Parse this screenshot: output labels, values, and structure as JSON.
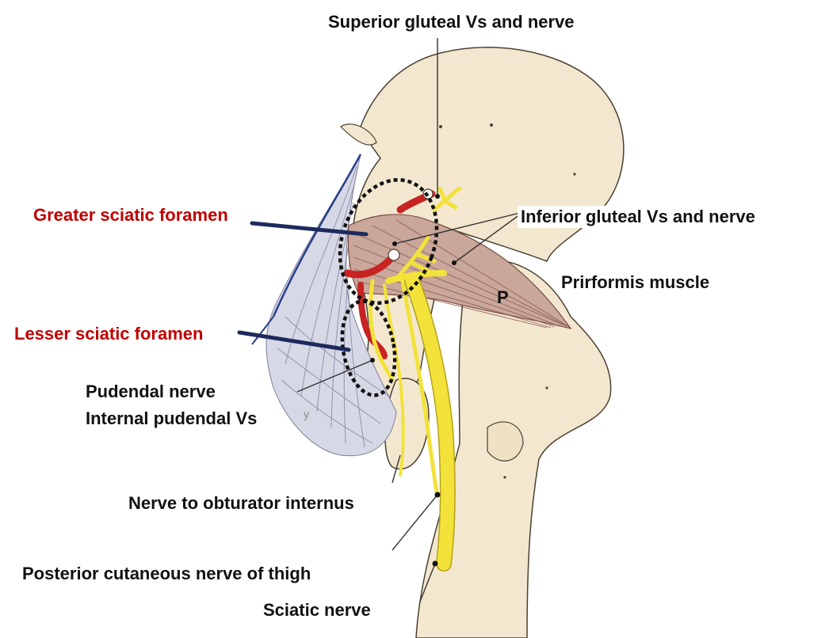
{
  "colors": {
    "bone": "#f3e8cf",
    "bone_outline": "#4a4032",
    "ligament": "#d7d8e6",
    "ligament_lines": "#7d7f9a",
    "ligament_edge": "#2a3f8a",
    "muscle": "#c9a79a",
    "muscle_lines": "#8a5a50",
    "nerve": "#f2e23a",
    "nerve_outline": "#b5a21a",
    "vessel": "#c82323",
    "pointer_red_label": "#c00000",
    "pointer_arrow": "#1c2a5e",
    "label_text": "#111111"
  },
  "labels": {
    "superior_gluteal": "Superior gluteal Vs and nerve",
    "greater_sciatic_foramen": "Greater sciatic foramen",
    "inferior_gluteal": "Inferior gluteal Vs and nerve",
    "piriformis_muscle": "Prirformis muscle",
    "piriformis_marker": "P",
    "lesser_sciatic_foramen": "Lesser sciatic foramen",
    "pudendal_nerve": "Pudendal nerve",
    "internal_pudendal": "Internal pudendal Vs",
    "nerve_to_obturator": "Nerve to obturator internus",
    "posterior_cutaneous": "Posterior cutaneous nerve of thigh",
    "sciatic_nerve": "Sciatic nerve",
    "faint_letter": "y"
  }
}
